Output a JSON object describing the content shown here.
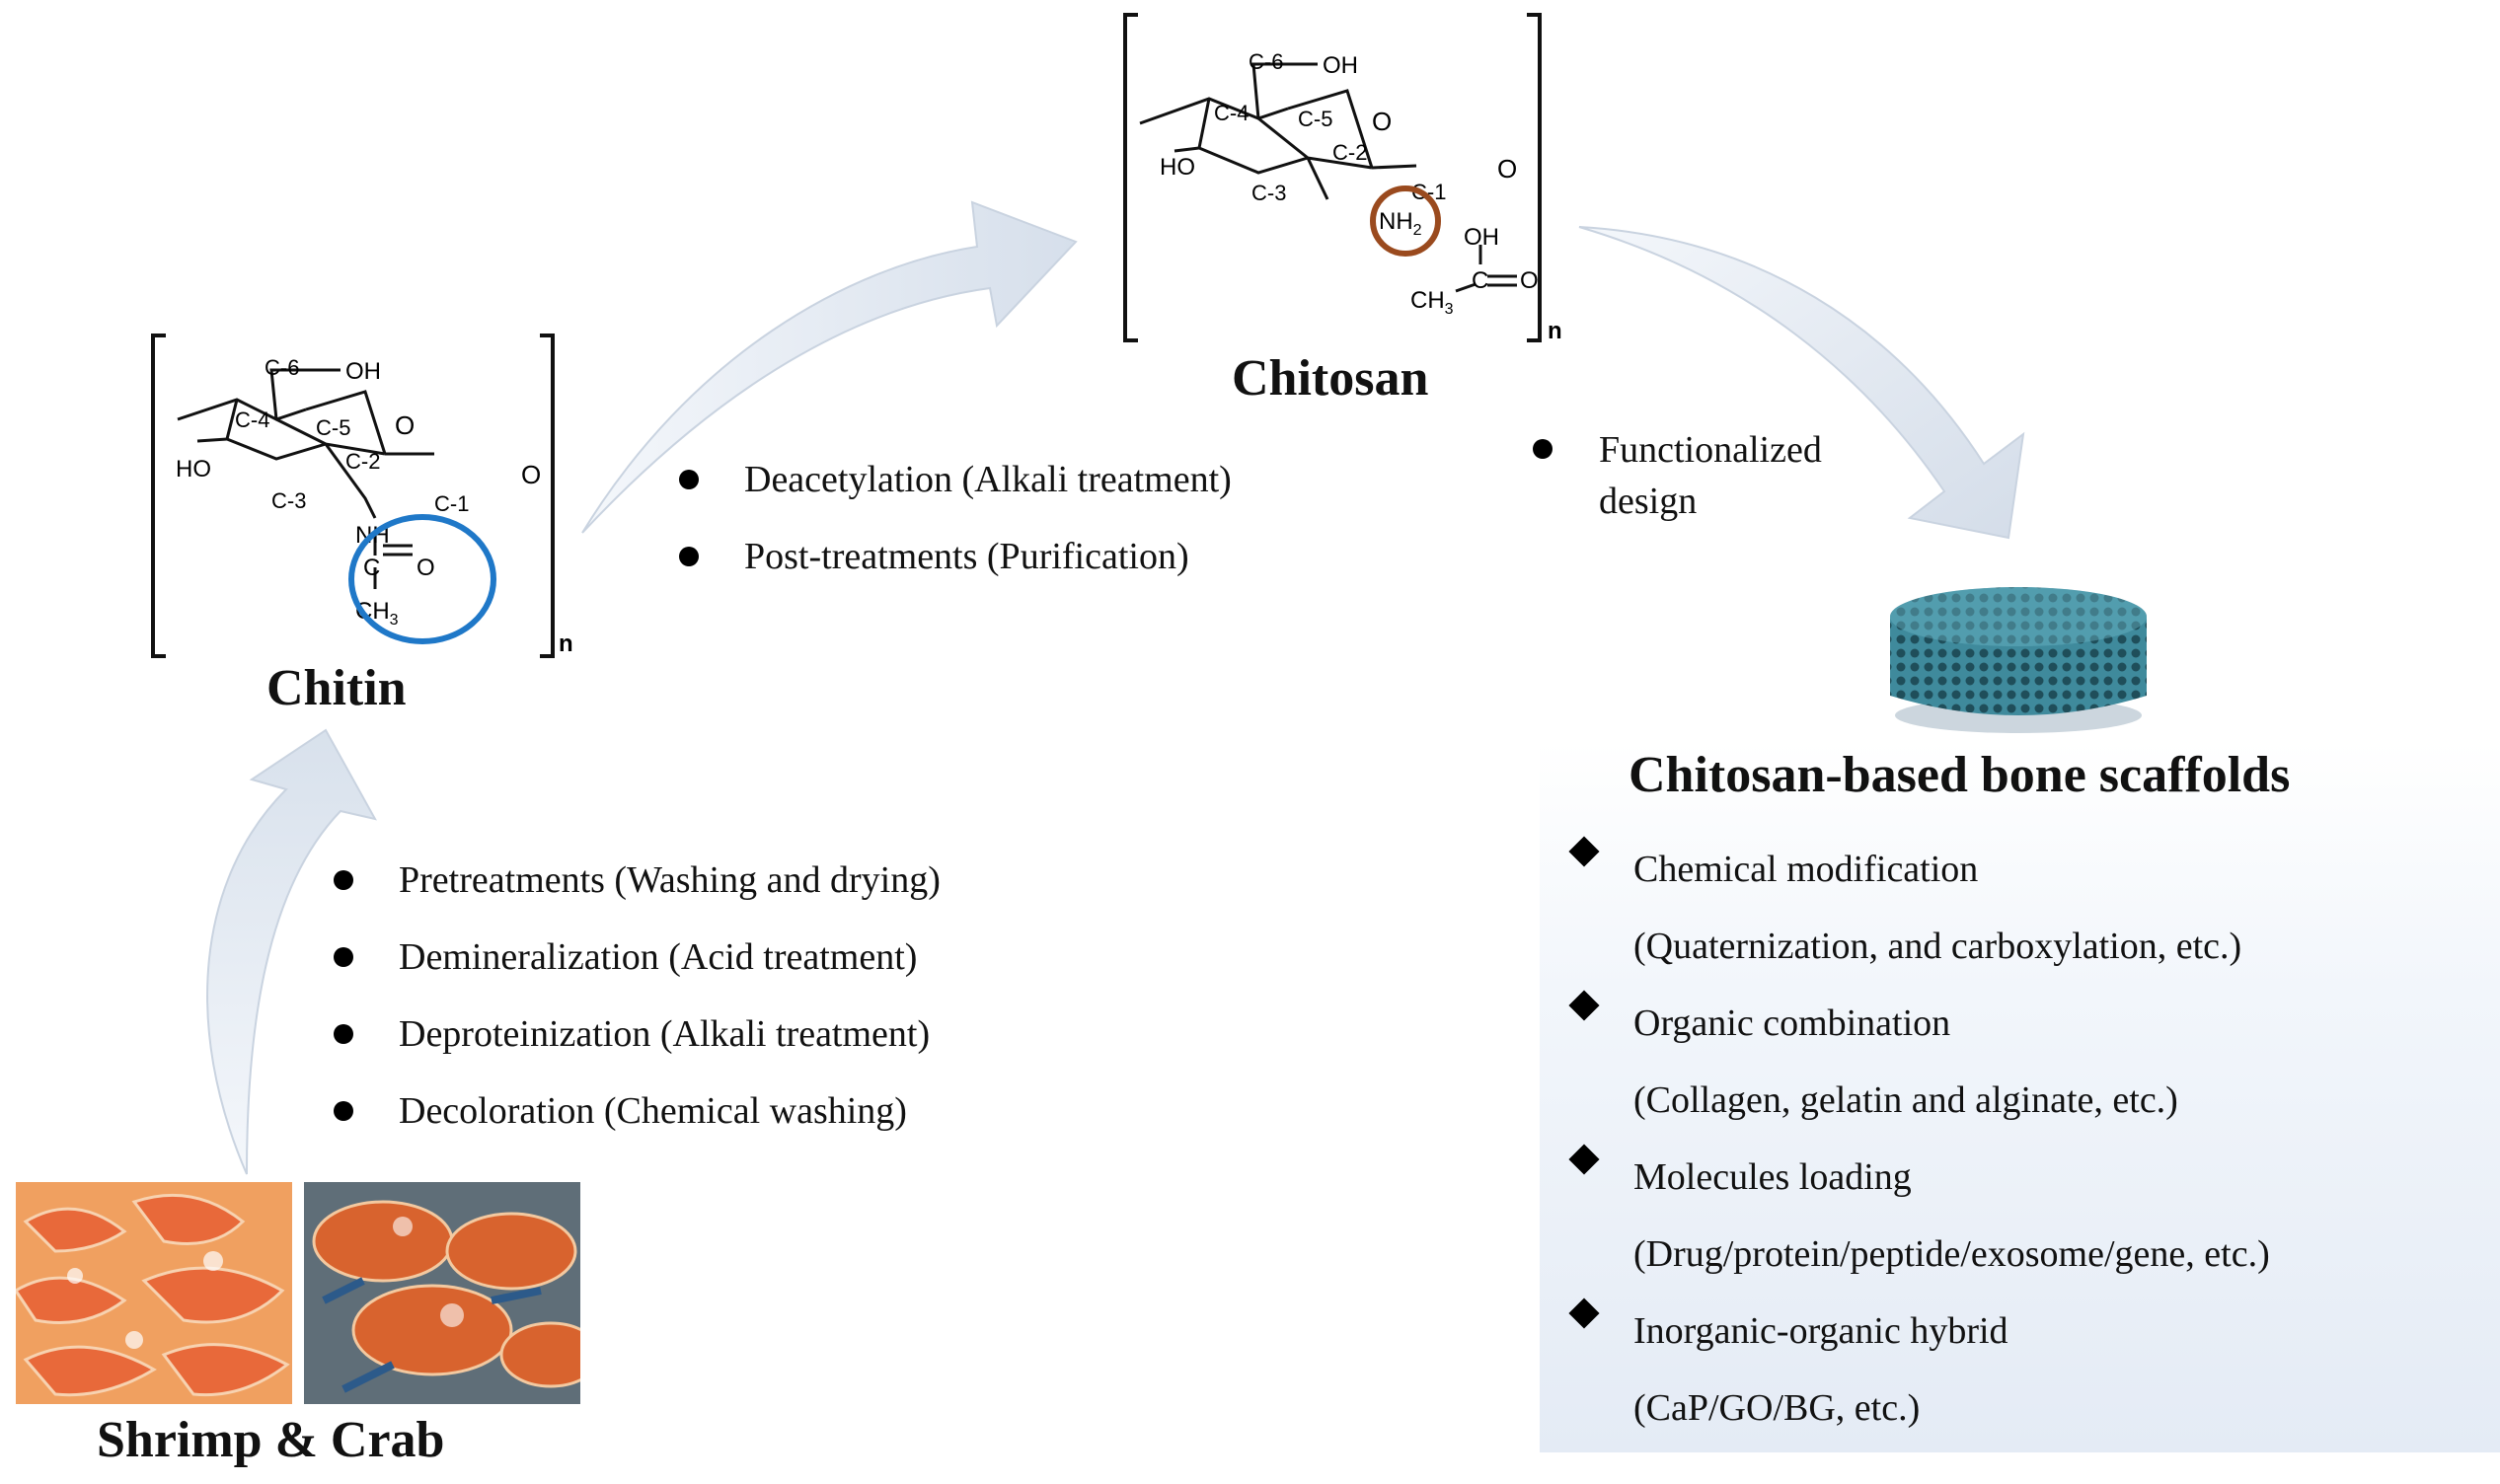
{
  "chitin": {
    "title": "Chitin",
    "atoms": {
      "c6": "C-6",
      "oh": "OH",
      "c4": "C-4",
      "c5": "C-5",
      "o_ring": "O",
      "ho": "HO",
      "c2": "C-2",
      "c3": "C-3",
      "c1": "C-1",
      "o_link": "O",
      "nh": "NH",
      "c_carbonyl": "C",
      "o_carbonyl": "O",
      "ch": "CH",
      "sub3": "3",
      "n": "n"
    },
    "highlight_color": "#1f78c8"
  },
  "chitosan": {
    "title": "Chitosan",
    "atoms": {
      "c6": "C-6",
      "oh": "OH",
      "c4": "C-4",
      "c5": "C-5",
      "o_ring": "O",
      "ho": "HO",
      "c2": "C-2",
      "c3": "C-3",
      "c1": "C-1",
      "o_link": "O",
      "nh": "NH",
      "sub2": "2",
      "acid_oh": "OH",
      "c_carbonyl": "C",
      "o_carbonyl": "O",
      "ch": "CH",
      "sub3": "3",
      "n": "n"
    },
    "highlight_color": "#9a4a1e"
  },
  "steps": {
    "pretreat": [
      "Pretreatments (Washing and drying)",
      "Demineralization (Acid treatment)",
      "Deproteinization (Alkali treatment)",
      "Decoloration (Chemical washing)"
    ],
    "chitin_to_chitosan": [
      "Deacetylation (Alkali treatment)",
      "Post-treatments (Purification)"
    ],
    "functional_line1": "Functionalized",
    "functional_line2": "design"
  },
  "source": {
    "label": "Shrimp & Crab"
  },
  "scaffold": {
    "title": "Chitosan-based bone scaffolds",
    "items": [
      {
        "main": "Chemical modification",
        "sub": "(Quaternization, and carboxylation, etc.)"
      },
      {
        "main": "Organic combination",
        "sub": "(Collagen, gelatin and alginate, etc.)"
      },
      {
        "main": "Molecules loading",
        "sub": "(Drug/protein/peptide/exosome/gene, etc.)"
      },
      {
        "main": "Inorganic-organic hybrid",
        "sub": "(CaP/GO/BG, etc.)"
      }
    ],
    "scaffold_color": "#4f9fb0"
  },
  "arrow_color": "#dfe6ef"
}
